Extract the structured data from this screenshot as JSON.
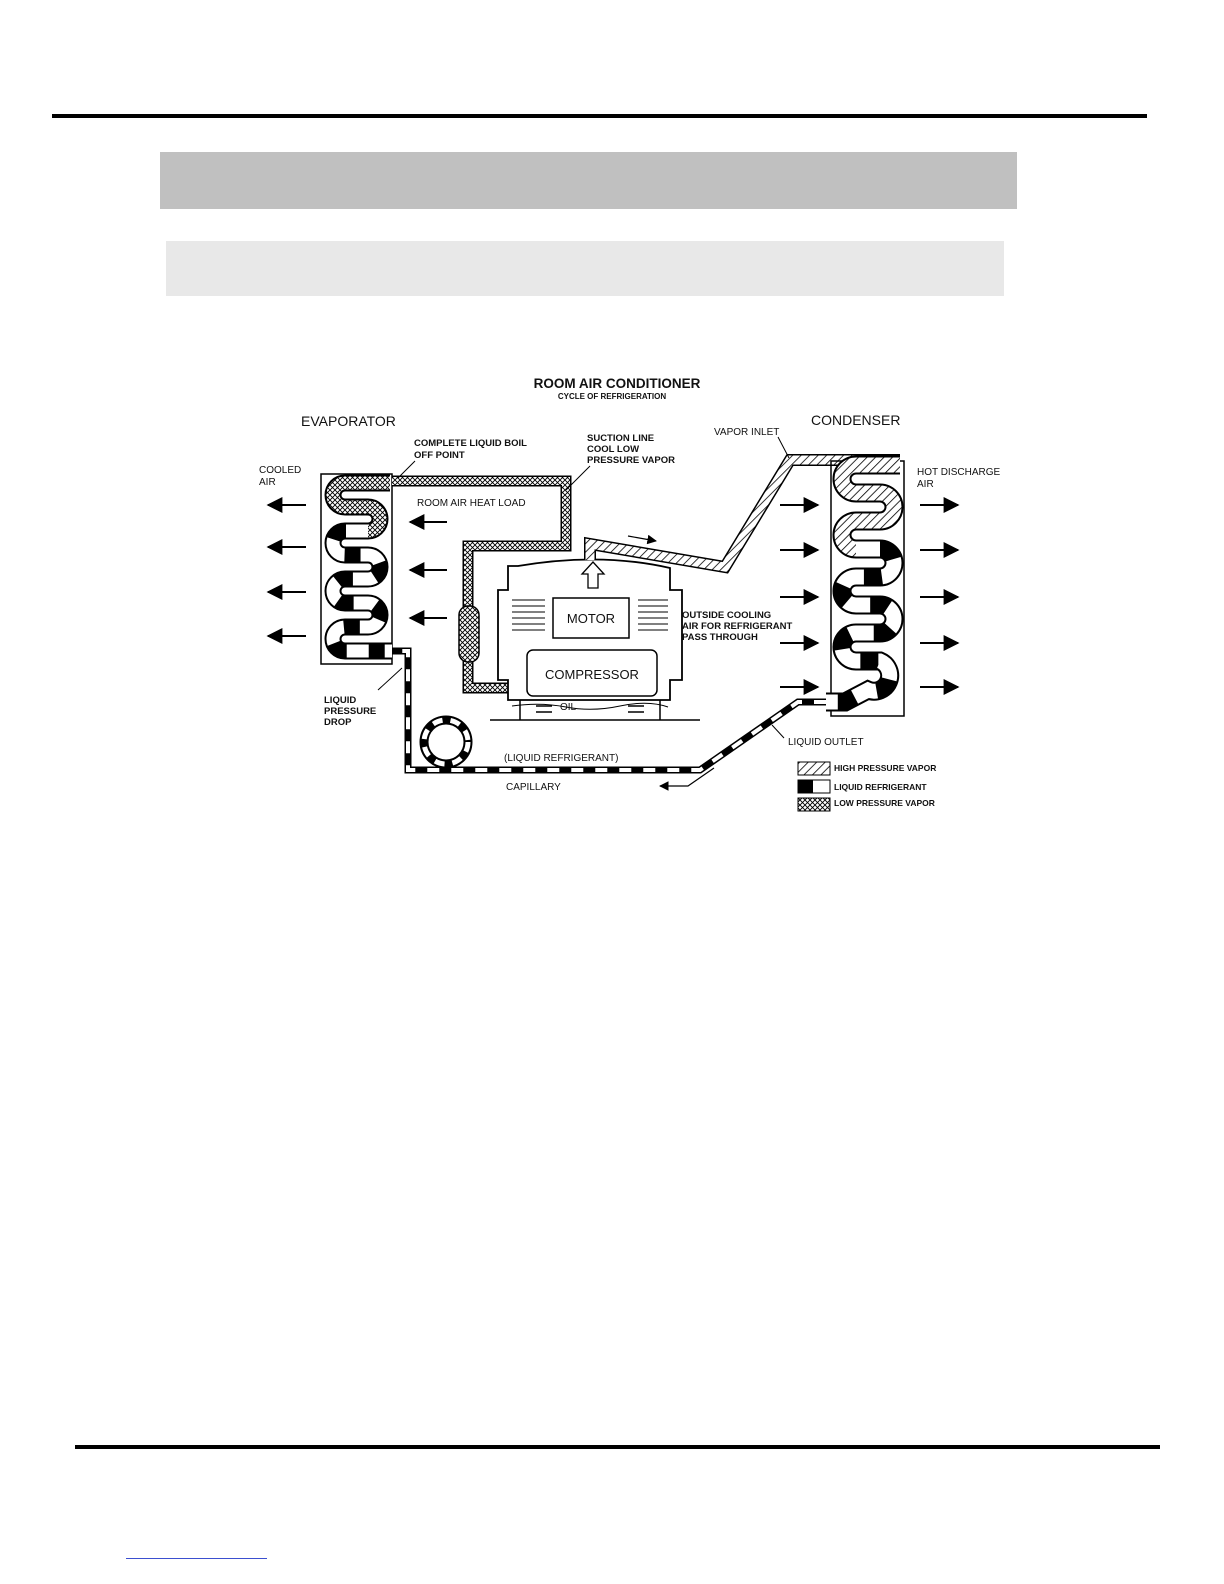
{
  "diagram": {
    "title": "ROOM AIR CONDITIONER",
    "subtitle": "CYCLE OF REFRIGERATION",
    "evaporator": "EVAPORATOR",
    "condenser": "CONDENSER",
    "complete_liquid_1": "COMPLETE LIQUID BOIL",
    "complete_liquid_2": "OFF POINT",
    "suction_1": "SUCTION LINE",
    "suction_2": "COOL LOW",
    "suction_3": "PRESSURE VAPOR",
    "vapor_inlet": "VAPOR INLET",
    "cooled_air_1": "COOLED",
    "cooled_air_2": "AIR",
    "hot_discharge_1": "HOT DISCHARGE",
    "hot_discharge_2": "AIR",
    "room_air_heat_load": "ROOM AIR HEAT LOAD",
    "motor": "MOTOR",
    "compressor": "COMPRESSOR",
    "oil": "OIL",
    "outside_cooling_1": "OUTSIDE COOLING",
    "outside_cooling_2": "AIR FOR REFRIGERANT",
    "outside_cooling_3": "PASS THROUGH",
    "liquid_pressure_1": "LIQUID",
    "liquid_pressure_2": "PRESSURE",
    "liquid_pressure_3": "DROP",
    "liquid_refrigerant_line": "(LIQUID REFRIGERANT)",
    "capillary": "CAPILLARY",
    "liquid_outlet": "LIQUID OUTLET",
    "legend": [
      {
        "label": "HIGH PRESSURE VAPOR"
      },
      {
        "label": "LIQUID REFRIGERANT"
      },
      {
        "label": "LOW PRESSURE VAPOR"
      }
    ]
  },
  "colors": {
    "header_band": "#c0c0c0",
    "subheader_band": "#e8e8e8",
    "rule": "#000000",
    "link": "#3b4fd0"
  }
}
